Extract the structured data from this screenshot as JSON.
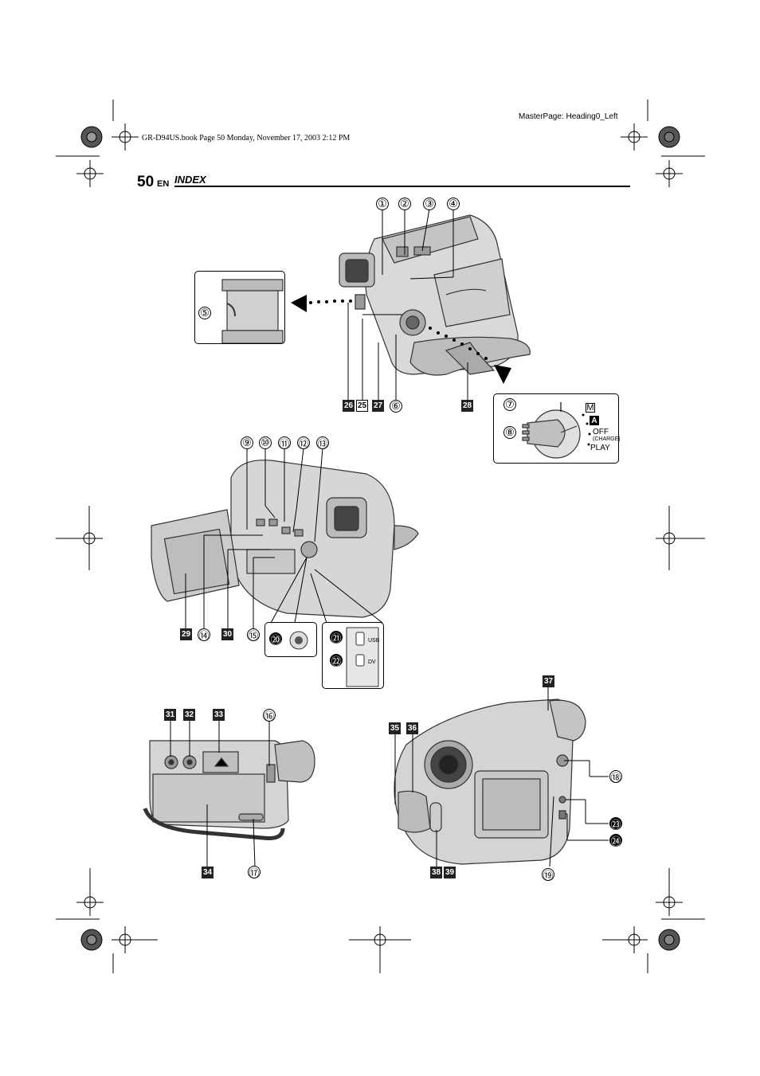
{
  "header": {
    "master_page": "MasterPage: Heading0_Left",
    "book_info": "GR-D94US.book  Page 50  Monday, November 17, 2003  2:12 PM",
    "page_number": "50",
    "lang": "EN",
    "section_title": "INDEX"
  },
  "top_view": {
    "callouts_top": [
      "①",
      "②",
      "③",
      "④"
    ],
    "callout_5": "⑤",
    "callouts_bottom": [
      "26",
      "25",
      "27",
      "⑥",
      "28"
    ]
  },
  "mode_dial": {
    "callout_7": "⑦",
    "callout_8": "⑧",
    "mode_m": "M",
    "mode_a": "A",
    "off_label": "OFF",
    "charge_label": "(CHARGE)",
    "play_label": "PLAY"
  },
  "lcd_view": {
    "callouts_top": [
      "⑨",
      "⑩",
      "⑪",
      "⑫",
      "⑬"
    ],
    "callouts_bottom": [
      "29",
      "⑭",
      "30",
      "⑮"
    ],
    "connector_20": "⑳",
    "connector_21": "㉑",
    "connector_22": "㉒",
    "usb_label": "USB",
    "dv_label": "DV"
  },
  "bottom_view": {
    "callouts_top": [
      "31",
      "32",
      "33",
      "⑯"
    ],
    "callout_34": "34",
    "callout_17": "⑰"
  },
  "front_view": {
    "callout_37": "37",
    "callouts_left": [
      "35",
      "36"
    ],
    "callout_18": "⑱",
    "callout_23": "㉓",
    "callout_24": "㉔",
    "callouts_bottom": [
      "38",
      "39"
    ],
    "callout_19": "⑲"
  }
}
